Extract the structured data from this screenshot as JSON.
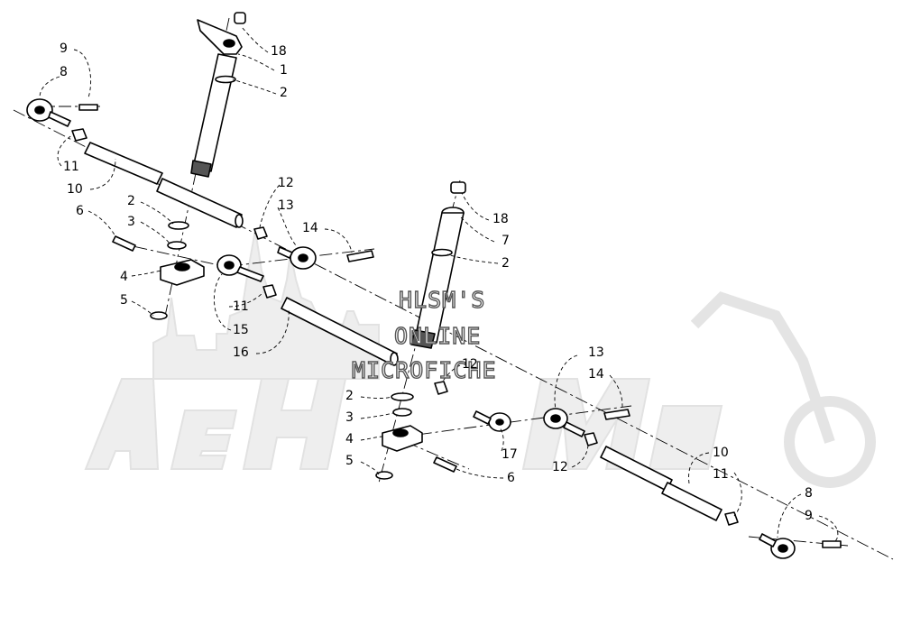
{
  "watermark": {
    "brand": "AeH Moto",
    "line1": "HLSM'S",
    "line2": "ONLINE",
    "line3": "MICROFICHE"
  },
  "callouts": [
    {
      "id": "c9a",
      "text": "9"
    },
    {
      "id": "c8a",
      "text": "8"
    },
    {
      "id": "c18a",
      "text": "18"
    },
    {
      "id": "c1",
      "text": "1"
    },
    {
      "id": "c2a",
      "text": "2"
    },
    {
      "id": "c11a",
      "text": "11"
    },
    {
      "id": "c10a",
      "text": "10"
    },
    {
      "id": "c12a",
      "text": "12"
    },
    {
      "id": "c13a",
      "text": "13"
    },
    {
      "id": "c14a",
      "text": "14"
    },
    {
      "id": "c6a",
      "text": "6"
    },
    {
      "id": "c2b",
      "text": "2"
    },
    {
      "id": "c3a",
      "text": "3"
    },
    {
      "id": "c4a",
      "text": "4"
    },
    {
      "id": "c5a",
      "text": "5"
    },
    {
      "id": "c11b",
      "text": "11"
    },
    {
      "id": "c15",
      "text": "15"
    },
    {
      "id": "c16",
      "text": "16"
    },
    {
      "id": "c18b",
      "text": "18"
    },
    {
      "id": "c7",
      "text": "7"
    },
    {
      "id": "c2c",
      "text": "2"
    },
    {
      "id": "c12b",
      "text": "12"
    },
    {
      "id": "c2d",
      "text": "2"
    },
    {
      "id": "c3b",
      "text": "3"
    },
    {
      "id": "c4b",
      "text": "4"
    },
    {
      "id": "c5b",
      "text": "5"
    },
    {
      "id": "c17",
      "text": "17"
    },
    {
      "id": "c6b",
      "text": "6"
    },
    {
      "id": "c13b",
      "text": "13"
    },
    {
      "id": "c14b",
      "text": "14"
    },
    {
      "id": "c12c",
      "text": "12"
    },
    {
      "id": "c10b",
      "text": "10"
    },
    {
      "id": "c11c",
      "text": "11"
    },
    {
      "id": "c8b",
      "text": "8"
    },
    {
      "id": "c9b",
      "text": "9"
    }
  ]
}
